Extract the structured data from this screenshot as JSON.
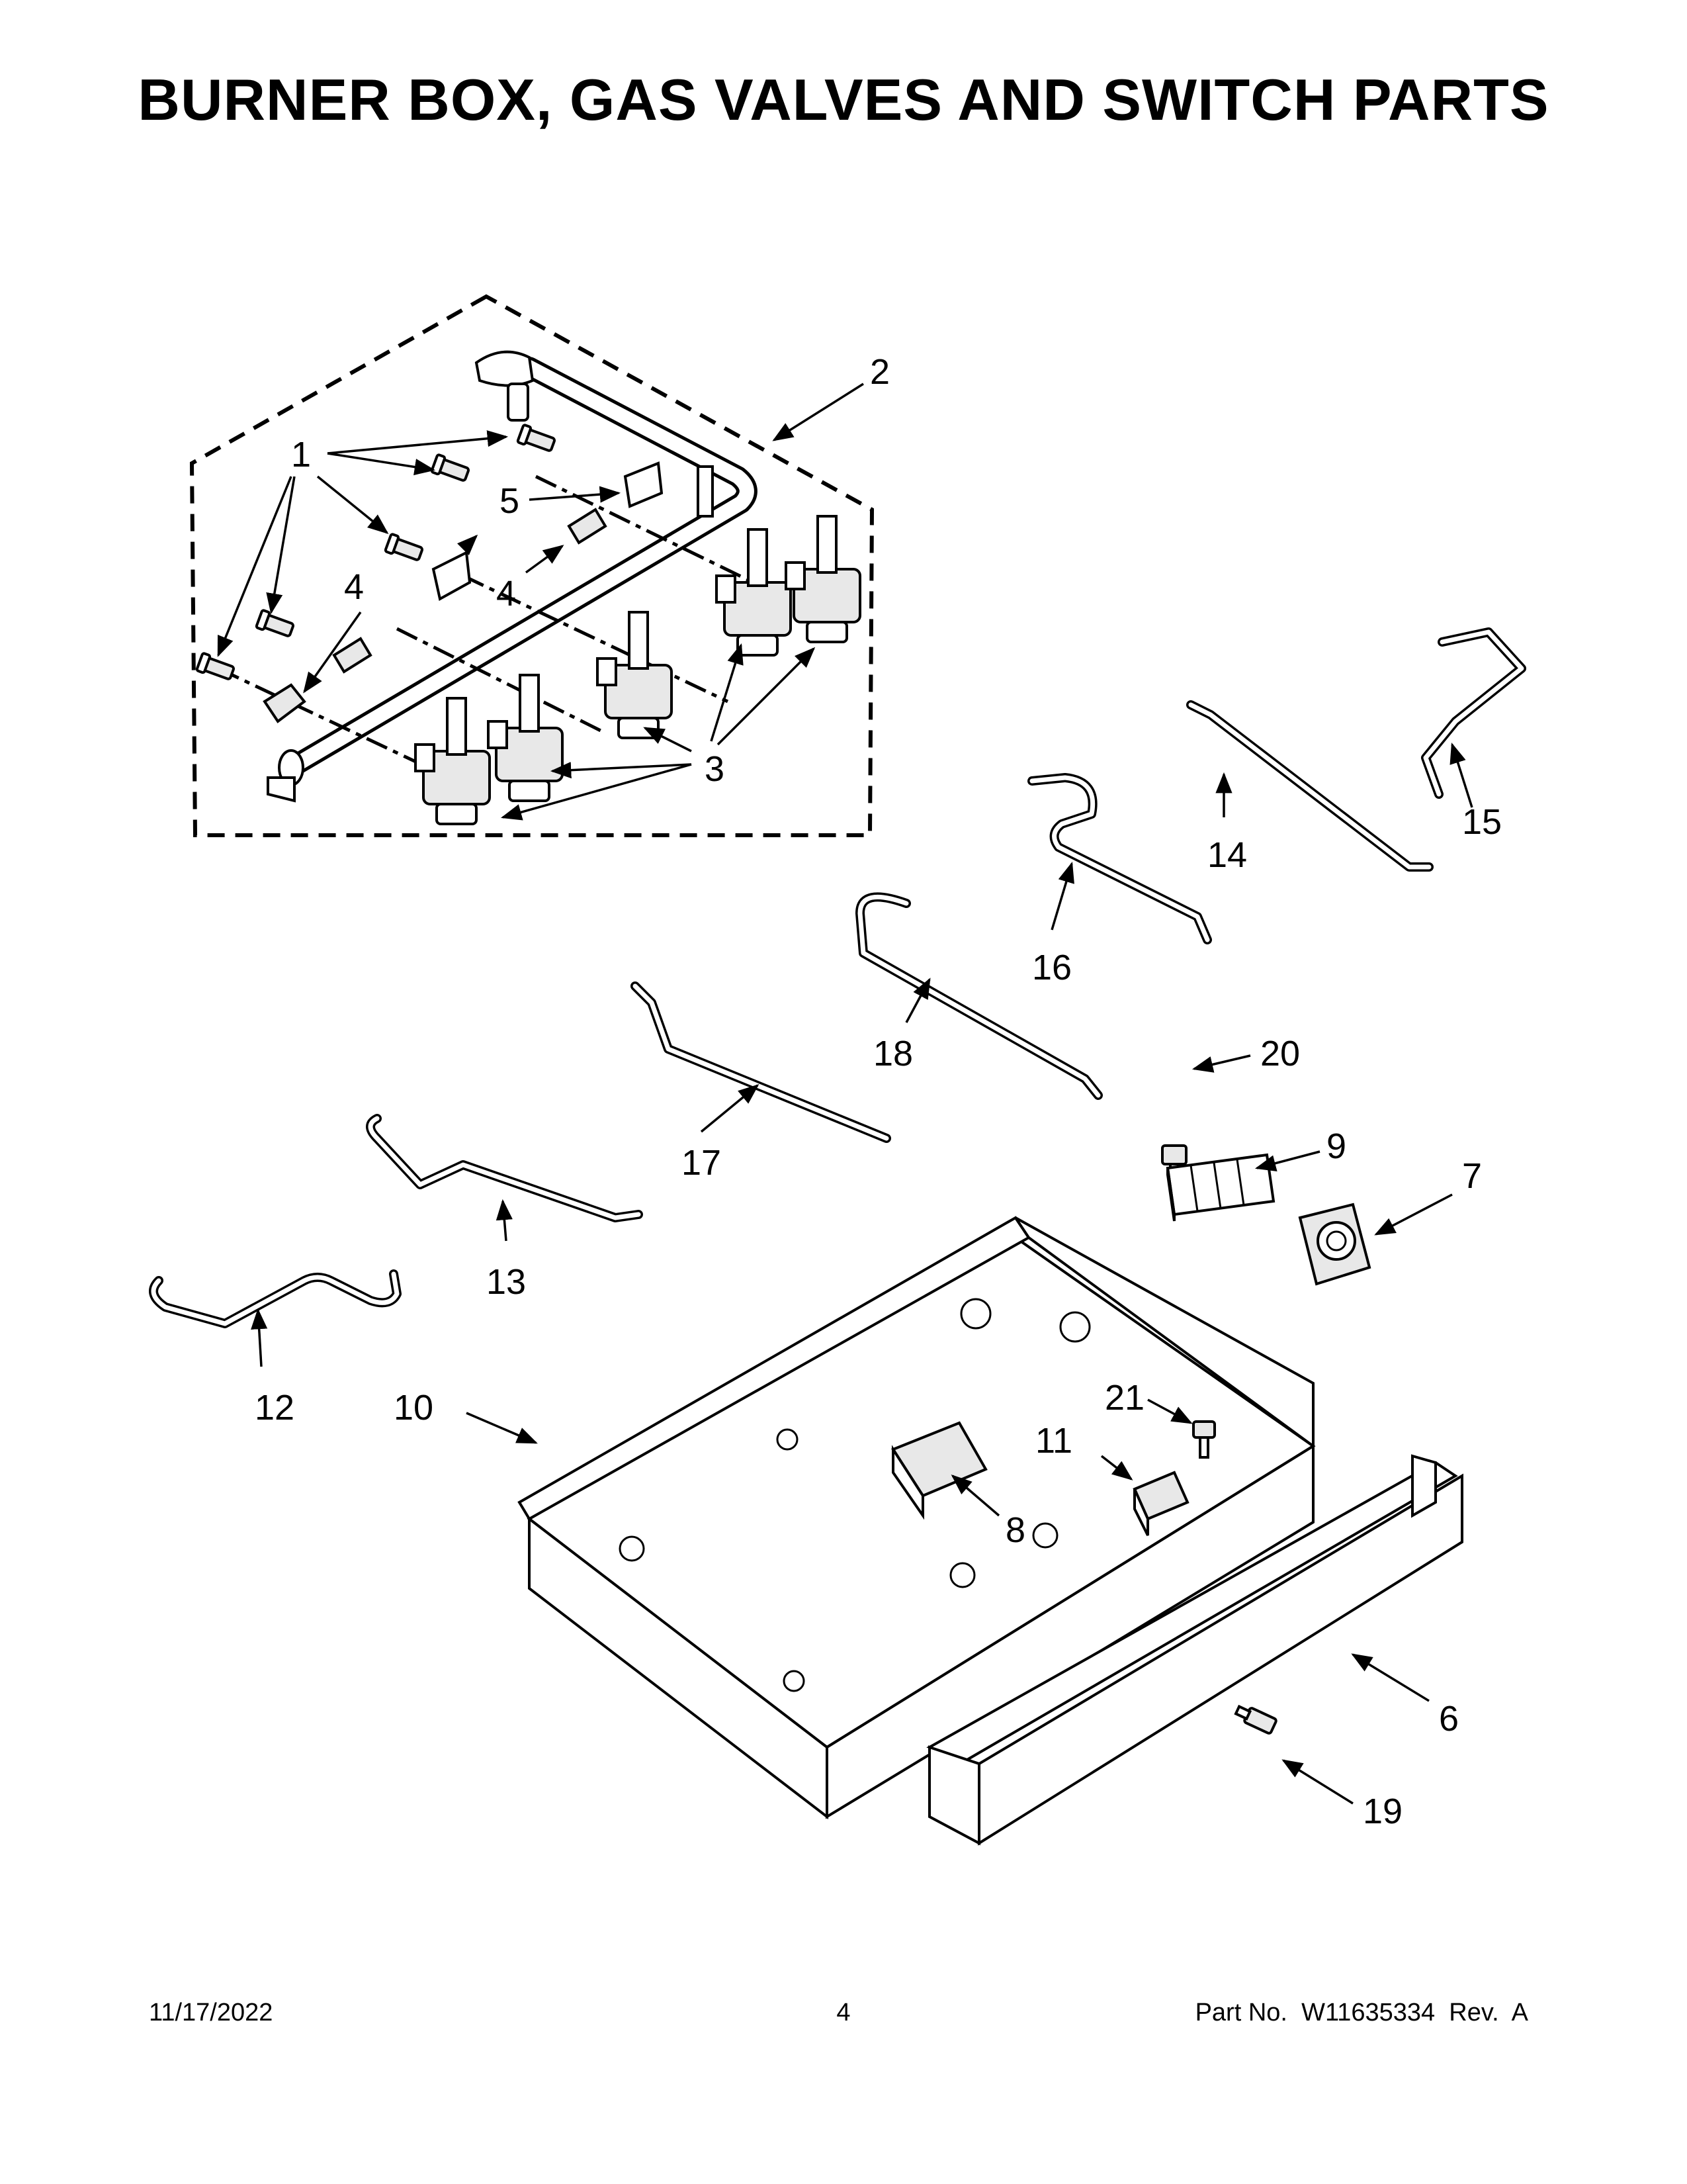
{
  "title": "BURNER BOX, GAS VALVES AND SWITCH PARTS",
  "footer": {
    "date": "11/17/2022",
    "page": "4",
    "part_number": "Part No.  W11635334  Rev.  A"
  },
  "callouts": {
    "c1": "1",
    "c2": "2",
    "c3": "3",
    "c4a": "4",
    "c4b": "4",
    "c5": "5",
    "c6": "6",
    "c7": "7",
    "c8": "8",
    "c9": "9",
    "c10": "10",
    "c11": "11",
    "c12": "12",
    "c13": "13",
    "c14": "14",
    "c15": "15",
    "c16": "16",
    "c17": "17",
    "c18": "18",
    "c19": "19",
    "c20": "20",
    "c21": "21"
  }
}
